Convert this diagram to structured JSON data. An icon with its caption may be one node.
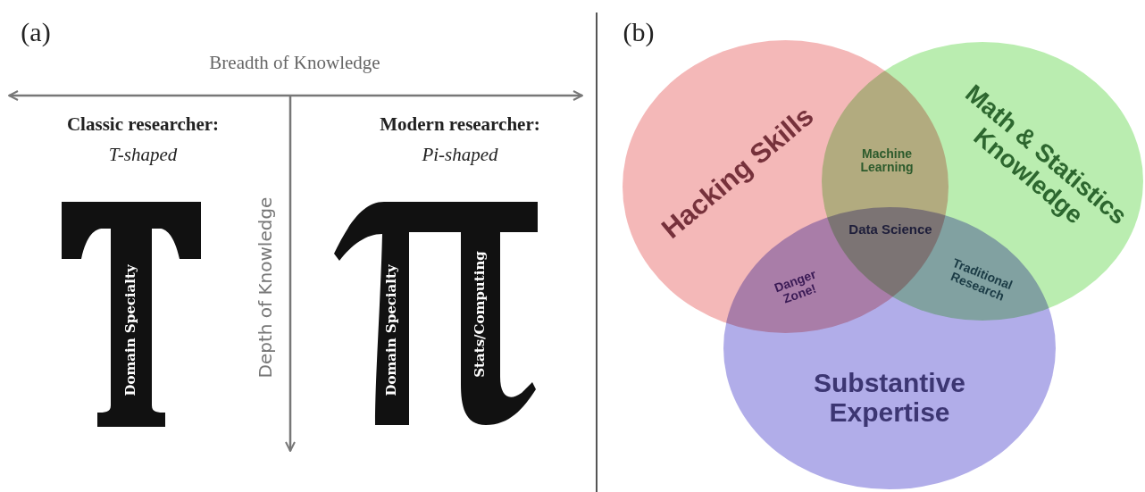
{
  "diagram": {
    "nodes": [
      {
        "text": [
          "Domain Specialty"
        ]
      },
      {
        "text": [
          "Domain Specialty",
          "Stats/Computing"
        ]
      },
      {
        "text": [
          "Hacking Skills"
        ]
      },
      {
        "text": [
          "Math & Statistics Knowledge"
        ]
      },
      {
        "text": [
          "Substantive Expertise"
        ]
      }
    ],
    "labels": [
      "(a)",
      "Breadth of Knowledge",
      "Classic researcher:",
      "T-shaped",
      "Depth of Knowledge",
      "Modern researcher:",
      "Pi-shaped",
      "(b)",
      "Machine Learning",
      "Data Science",
      "Danger Zone!",
      "Traditional Research"
    ]
  }
}
